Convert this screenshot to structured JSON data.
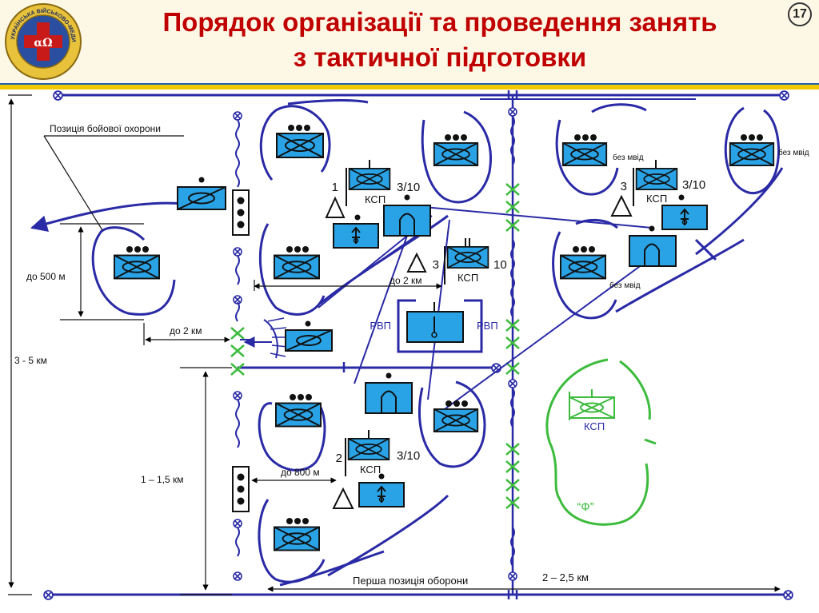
{
  "slide": {
    "number": "17",
    "title_line1": "Порядок організації та проведення занять",
    "title_line2": "з тактичної підготовки",
    "logo_text": "УКРАЇНСЬКА ВІЙСЬКОВО-МЕДИЧНА АКАДЕМІЯ",
    "logo_symbol": "αΩ"
  },
  "labels": {
    "combat_guard": "Позиція бойової охорони",
    "up_to_500m": "до 500 м",
    "dist_3_5km": "3 - 5 км",
    "up_to_2km_left": "до 2 км",
    "up_to_2km_center": "до 2 км",
    "dist_1_1_5km": "1 – 1,5 км",
    "up_to_800m": "до 800 м",
    "first_position": "Перша позиція оборони",
    "dist_2_2_5km": "2 – 2,5 км",
    "rvp_left": "РВП",
    "rvp_right": "РВП",
    "bez_mvid_1": "без мвід",
    "bez_mvid_2": "без мвід",
    "bez_mvid_3": "без мвід",
    "f_area": "“Ф”"
  },
  "units": {
    "ksp_1_number": "1",
    "ksp_1_strength": "3/10",
    "ksp_1_label": "КСП",
    "ksp_2_number": "2",
    "ksp_2_strength": "3/10",
    "ksp_2_label": "КСП",
    "ksp_3_number": "3",
    "ksp_3_strength": "3/10",
    "ksp_3_label": "КСП",
    "ksp_c_number": "3",
    "ksp_c_strength": "10",
    "ksp_c_label": "КСП",
    "ksp_green_label": "КСП"
  },
  "colors": {
    "title": "#c00000",
    "lines": "#2a2aa6",
    "unit_fill": "#29a3e6",
    "green": "#3dbb3d",
    "stripe": "#f2c800"
  }
}
